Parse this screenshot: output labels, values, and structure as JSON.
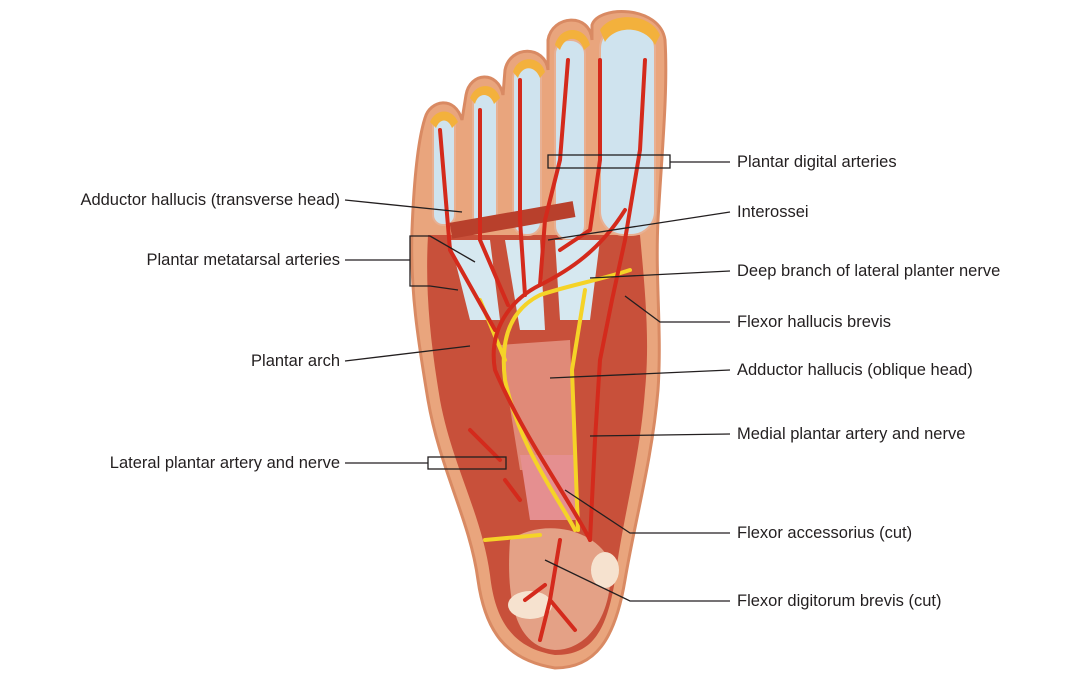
{
  "labels_left": [
    {
      "text": "Adductor hallucis (transverse head)"
    },
    {
      "text": "Plantar metatarsal arteries"
    },
    {
      "text": "Plantar arch"
    },
    {
      "text": "Lateral plantar artery and nerve"
    }
  ],
  "labels_right": [
    {
      "text": "Plantar digital arteries"
    },
    {
      "text": "Interossei"
    },
    {
      "text": "Deep branch of lateral planter nerve"
    },
    {
      "text": "Flexor hallucis brevis"
    },
    {
      "text": "Adductor hallucis (oblique head)"
    },
    {
      "text": "Medial plantar artery and nerve"
    },
    {
      "text": "Flexor accessorius (cut)"
    },
    {
      "text": "Flexor digitorum brevis (cut)"
    }
  ],
  "colors": {
    "muscle": "#c8503a",
    "artery": "#d42a1c",
    "nerve": "#f5d327",
    "tendon": "#cfe3ee",
    "skin": "#e9a57d",
    "fat": "#f3b13c"
  }
}
